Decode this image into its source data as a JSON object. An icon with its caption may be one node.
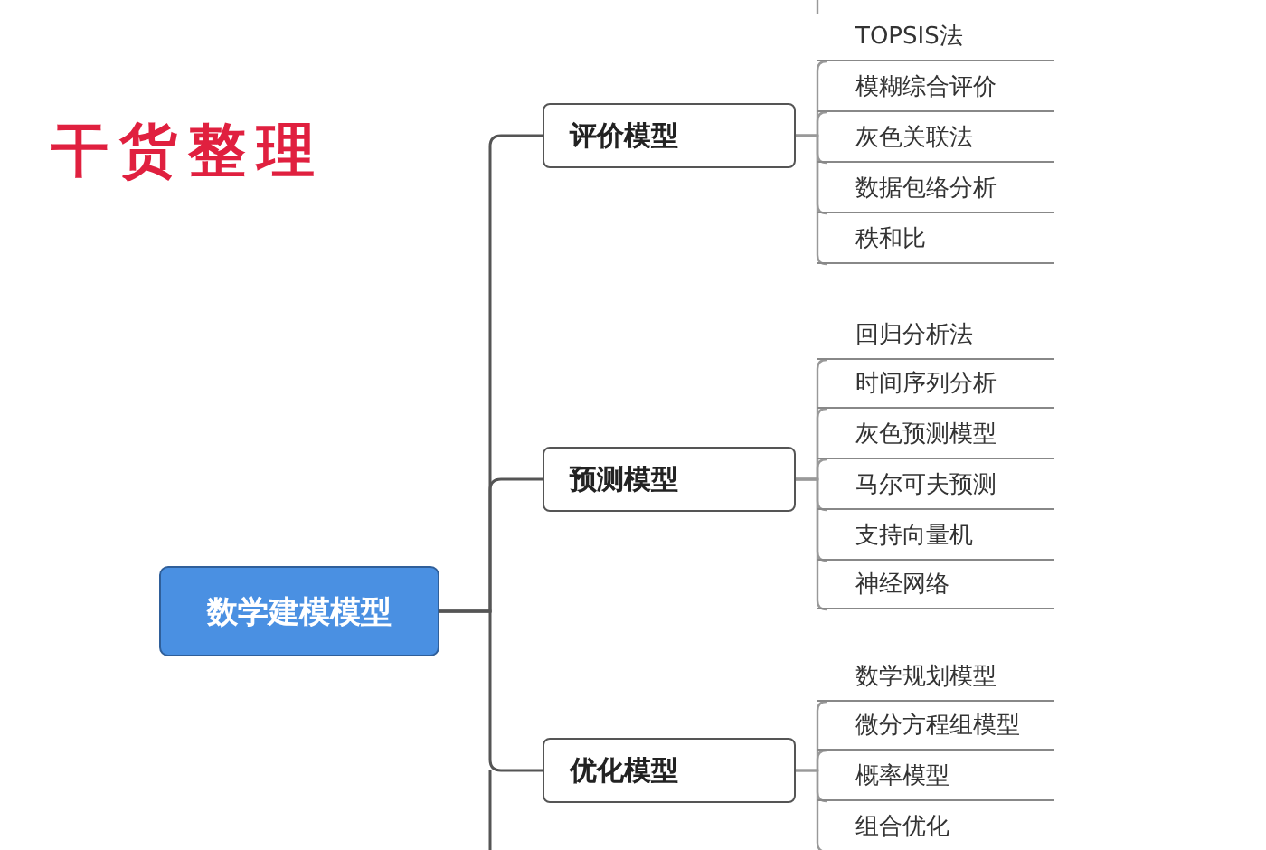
{
  "diagram": {
    "title": "干货整理",
    "nodes": [
      {
        "text": [
          "数学建模模型"
        ]
      },
      {
        "text": [
          "评价模型"
        ]
      },
      {
        "text": [
          "TOPSIS法"
        ]
      },
      {
        "text": [
          "模糊综合评价"
        ]
      },
      {
        "text": [
          "灰色关联法"
        ]
      },
      {
        "text": [
          "数据包络分析"
        ]
      },
      {
        "text": [
          "秩和比"
        ]
      },
      {
        "text": [
          "预测模型"
        ]
      },
      {
        "text": [
          "回归分析法"
        ]
      },
      {
        "text": [
          "时间序列分析"
        ]
      },
      {
        "text": [
          "灰色预测模型"
        ]
      },
      {
        "text": [
          "马尔可夫预测"
        ]
      },
      {
        "text": [
          "支持向量机"
        ]
      },
      {
        "text": [
          "神经网络"
        ]
      },
      {
        "text": [
          "优化模型"
        ]
      },
      {
        "text": [
          "数学规划模型"
        ]
      },
      {
        "text": [
          "微分方程组模型"
        ]
      },
      {
        "text": [
          "概率模型"
        ]
      },
      {
        "text": [
          "组合优化"
        ]
      }
    ],
    "edges": [
      {
        "from": 0,
        "to": 1,
        "arrow": "none"
      },
      {
        "from": 0,
        "to": 7,
        "arrow": "none"
      },
      {
        "from": 0,
        "to": 14,
        "arrow": "none"
      },
      {
        "from": 1,
        "to": 2,
        "arrow": "none"
      },
      {
        "from": 1,
        "to": 3,
        "arrow": "none"
      },
      {
        "from": 1,
        "to": 4,
        "arrow": "none"
      },
      {
        "from": 1,
        "to": 5,
        "arrow": "none"
      },
      {
        "from": 1,
        "to": 6,
        "arrow": "none"
      },
      {
        "from": 7,
        "to": 8,
        "arrow": "none"
      },
      {
        "from": 7,
        "to": 9,
        "arrow": "none"
      },
      {
        "from": 7,
        "to": 10,
        "arrow": "none"
      },
      {
        "from": 7,
        "to": 11,
        "arrow": "none"
      },
      {
        "from": 7,
        "to": 12,
        "arrow": "none"
      },
      {
        "from": 7,
        "to": 13,
        "arrow": "none"
      },
      {
        "from": 14,
        "to": 15,
        "arrow": "none"
      },
      {
        "from": 14,
        "to": 16,
        "arrow": "none"
      },
      {
        "from": 14,
        "to": 17,
        "arrow": "none"
      },
      {
        "from": 14,
        "to": 18,
        "arrow": "none"
      }
    ]
  }
}
